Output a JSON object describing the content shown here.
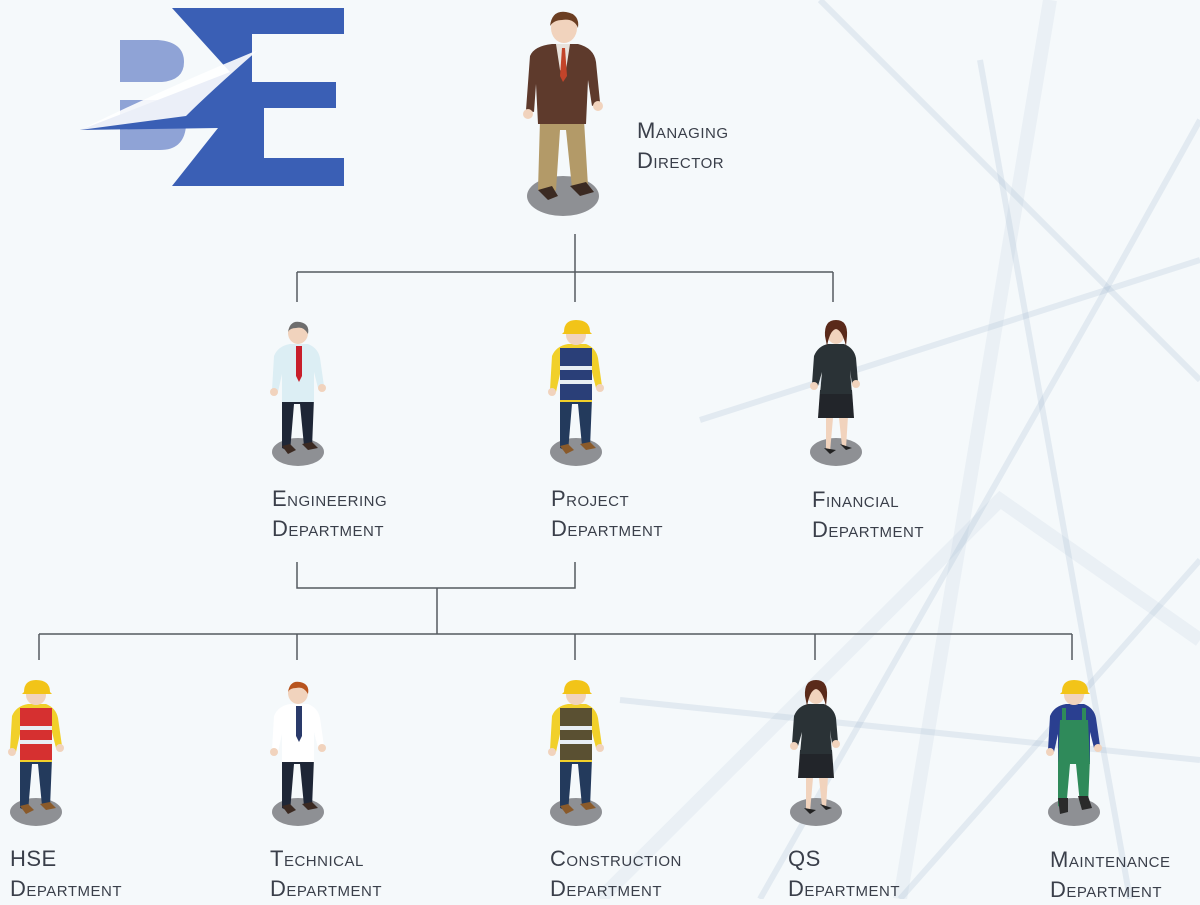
{
  "logo": {
    "text": "BE",
    "color_primary": "#3a5fb5",
    "color_secondary": "#8fa3d6"
  },
  "colors": {
    "connector": "#555a60",
    "label": "#3a3f4a",
    "background": "#f5f9fb"
  },
  "nodes": {
    "managing_director": {
      "line1": "Managing",
      "line2": "Director",
      "figure": "suit-man-icon"
    },
    "engineering": {
      "line1": "Engineering",
      "line2": "Department",
      "figure": "engineer-tie-icon"
    },
    "project": {
      "line1": "Project",
      "line2": "Department",
      "figure": "worker-hardhat-icon"
    },
    "financial": {
      "line1": "Financial",
      "line2": "Department",
      "figure": "businesswoman-icon"
    },
    "hse": {
      "line1": "HSE",
      "line2": "Department",
      "figure": "worker-hardhat-icon"
    },
    "technical": {
      "line1": "Technical",
      "line2": "Department",
      "figure": "engineer-tie-icon"
    },
    "construction": {
      "line1": "Construction",
      "line2": "Department",
      "figure": "worker-hardhat-icon"
    },
    "qs": {
      "line1": "QS",
      "line2": "Department",
      "figure": "businesswoman-icon"
    },
    "maintenance": {
      "line1": "Maintenance",
      "line2": "Department",
      "figure": "mechanic-overalls-icon"
    }
  }
}
